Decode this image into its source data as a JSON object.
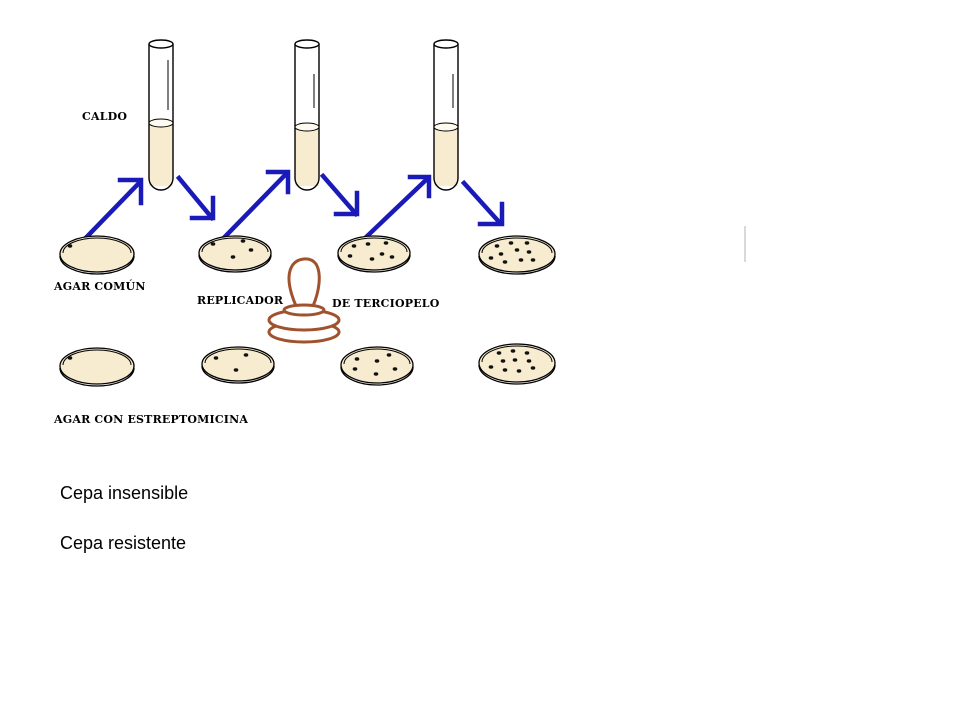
{
  "labels": {
    "broth": "CALDO",
    "common_agar": "AGAR COMÚN",
    "replicator": "REPLICADOR",
    "velvet": "DE TERCIOPELO",
    "strep_agar": "AGAR CON ESTREPTOMICINA"
  },
  "legend": {
    "insensitive": "Cepa insensible",
    "resistent": "Cepa resistente"
  },
  "colors": {
    "arrow": "#1a1ab8",
    "stamp": "#a0522d",
    "medium": "#f7ecd0",
    "colony": "#111111"
  }
}
